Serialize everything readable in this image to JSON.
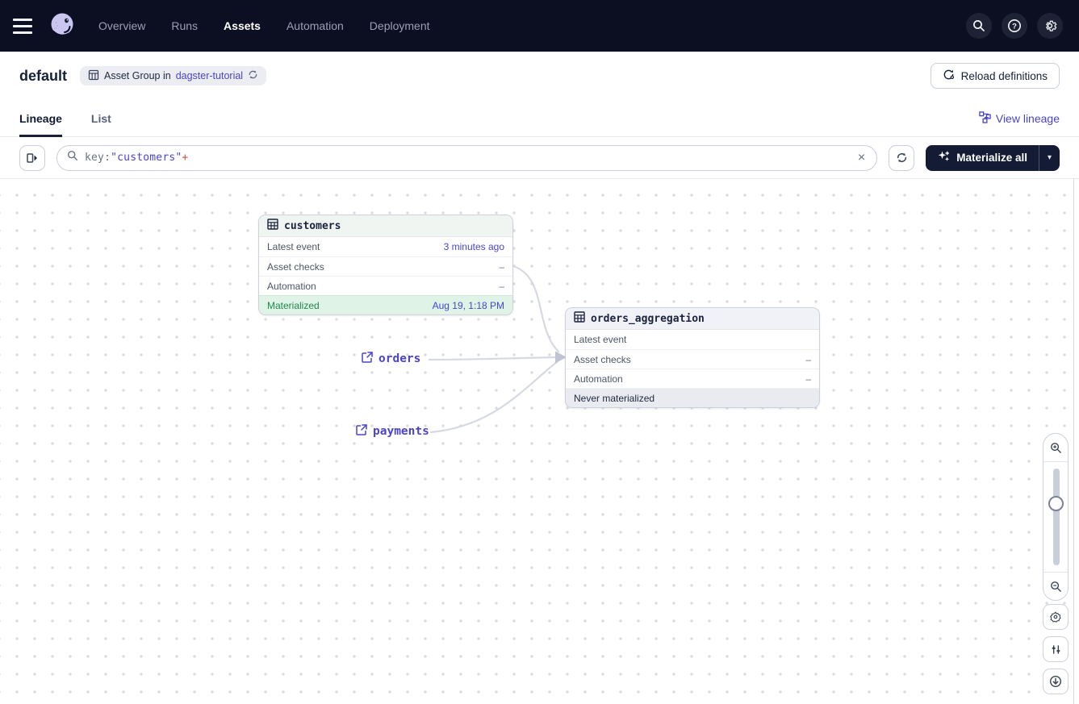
{
  "navbar": {
    "items": [
      {
        "label": "Overview",
        "active": false
      },
      {
        "label": "Runs",
        "active": false
      },
      {
        "label": "Assets",
        "active": true
      },
      {
        "label": "Automation",
        "active": false
      },
      {
        "label": "Deployment",
        "active": false
      }
    ],
    "icons": [
      "menu-icon",
      "dagster-logo",
      "search-icon",
      "help-icon",
      "gear-icon"
    ]
  },
  "header": {
    "title": "default",
    "badge": {
      "prefix": "Asset Group in",
      "link": "dagster-tutorial",
      "icon": "asset-group-icon",
      "refresh_icon": "sync-icon"
    },
    "reload_button": "Reload definitions"
  },
  "tabs": {
    "items": [
      {
        "label": "Lineage",
        "active": true
      },
      {
        "label": "List",
        "active": false
      }
    ],
    "view_lineage": "View lineage"
  },
  "toolbar": {
    "search": {
      "key": "key:",
      "value": "\"customers\"",
      "op": "+",
      "clear": "×"
    },
    "materialize_label": "Materialize all",
    "caret": "▾"
  },
  "graph": {
    "nodes": [
      {
        "name": "customers",
        "rows": [
          {
            "label": "Latest event",
            "value": "3 minutes ago"
          },
          {
            "label": "Asset checks",
            "value": "–"
          },
          {
            "label": "Automation",
            "value": "–"
          },
          {
            "label": "Materialized",
            "value": "Aug 19, 1:18 PM"
          }
        ]
      },
      {
        "name": "orders_aggregation",
        "rows": [
          {
            "label": "Latest event",
            "value": ""
          },
          {
            "label": "Asset checks",
            "value": "–"
          },
          {
            "label": "Automation",
            "value": "–"
          },
          {
            "label": "Never materialized",
            "value": ""
          }
        ]
      }
    ],
    "external_nodes": [
      {
        "label": "orders"
      },
      {
        "label": "payments"
      }
    ]
  },
  "colors": {
    "navbar_bg": "#0b0f21",
    "accent_link": "#4a44cc",
    "materialized_green": "#1f8a4d",
    "materialized_bg": "#dff3e6",
    "never_bg": "#e9ebf0",
    "edge": "#d6d9e3",
    "op_red": "#c14f44"
  }
}
